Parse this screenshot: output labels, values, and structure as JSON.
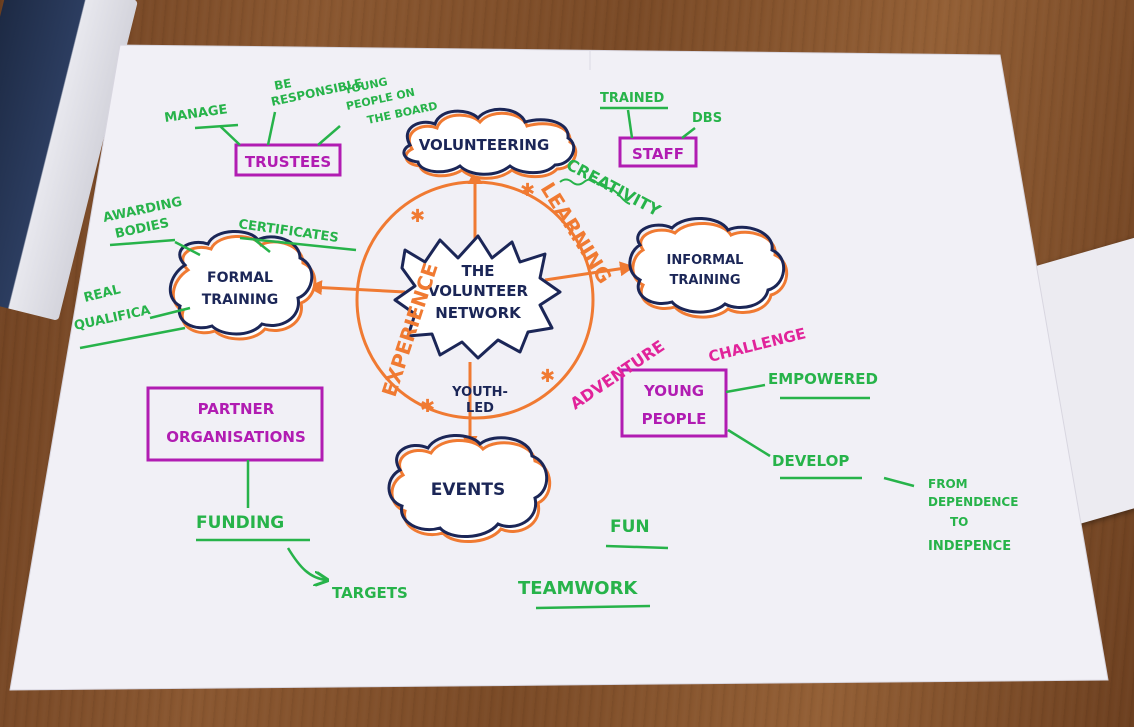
{
  "center": {
    "line1": "THE",
    "line2": "VOLUNTEER",
    "line3": "NETWORK"
  },
  "clouds": {
    "volunteering": "VOLUNTEERING",
    "formal_training_1": "FORMAL",
    "formal_training_2": "TRAINING",
    "informal_training_1": "INFORMAL",
    "informal_training_2": "TRAINING",
    "events": "EVENTS"
  },
  "ring": {
    "experience": "EXPERIENCE",
    "learning": "LEARNING",
    "youth_led_1": "YOUTH-",
    "youth_led_2": "LED"
  },
  "trustees": {
    "label": "TRUSTEES",
    "manage": "MANAGE",
    "be_responsible_1": "BE",
    "be_responsible_2": "RESPONSIBLE",
    "young_people_board_1": "YOUNG",
    "young_people_board_2": "PEOPLE ON",
    "young_people_board_3": "THE BOARD"
  },
  "staff": {
    "label": "STAFF",
    "trained": "TRAINED",
    "dbs": "DBS"
  },
  "creativity": "CREATIVITY",
  "formal_branches": {
    "awarding_1": "AWARDING",
    "awarding_2": "BODIES",
    "certificates": "CERTIFICATES",
    "real_1": "REAL",
    "real_2": "QUALIFICA"
  },
  "partner": {
    "line1": "PARTNER",
    "line2": "ORGANISATIONS",
    "funding": "FUNDING",
    "targets": "TARGETS"
  },
  "young_people": {
    "line1": "YOUNG",
    "line2": "PEOPLE",
    "empowered": "EMPOWERED",
    "develop": "DEVELOP",
    "from_1": "FROM",
    "from_2": "DEPENDENCE",
    "from_3": "TO",
    "from_4": "INDEPENCE"
  },
  "values": {
    "adventure": "ADVENTURE",
    "challenge": "CHALLENGE",
    "fun": "FUN",
    "teamwork": "TEAMWORK"
  },
  "colors": {
    "green": "#27b34a",
    "purple": "#b11cb2",
    "navy": "#1b2657",
    "orange": "#f07a32",
    "magenta": "#e1239a"
  }
}
